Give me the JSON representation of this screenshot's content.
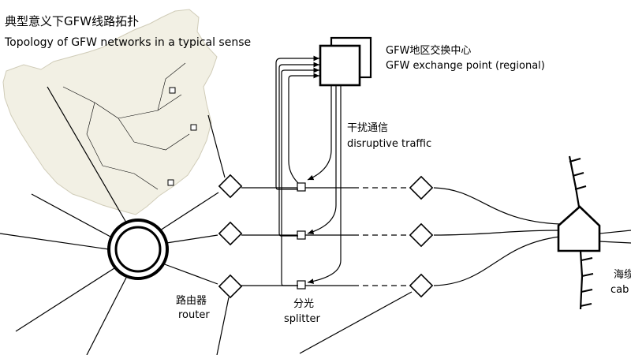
{
  "title": {
    "zh": "典型意义下GFW线路拓扑",
    "en": "Topology of GFW networks in a typical sense"
  },
  "exchange_point": {
    "zh": "GFW地区交换中心",
    "en": "GFW exchange point (regional)"
  },
  "traffic": {
    "zh": "干扰通信",
    "en": "disruptive traffic"
  },
  "router": {
    "zh": "路由器",
    "en": "router"
  },
  "splitter": {
    "zh": "分光",
    "en": "splitter"
  },
  "cable": {
    "zh": "海缆",
    "en": "cab"
  },
  "colors": {
    "map_fill": "#f2f0e4",
    "map_stroke": "#d0ccb8",
    "ink": "#000000"
  }
}
